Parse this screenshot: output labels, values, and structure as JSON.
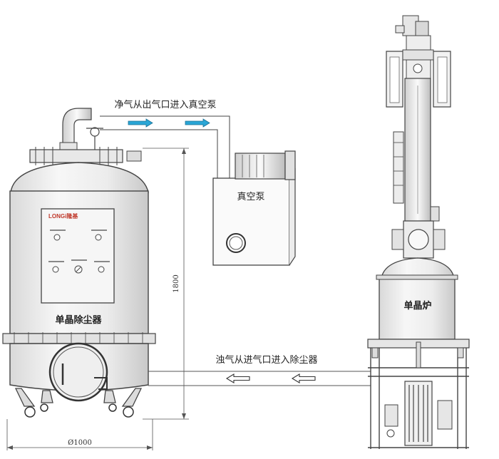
{
  "labels": {
    "clean_gas": "净气从出气口进入真空泵",
    "vacuum_pump": "真空泵",
    "dirty_gas": "浊气从进气口进入除尘器",
    "dust_collector": "单晶除尘器",
    "furnace": "单晶炉",
    "brand": "LONGi隆基"
  },
  "dimensions": {
    "height": "1800",
    "diameter": "Ø1000"
  },
  "colors": {
    "flow_arrow": "#2aa6d6",
    "line": "#444444",
    "body": "#f4f4f4"
  }
}
